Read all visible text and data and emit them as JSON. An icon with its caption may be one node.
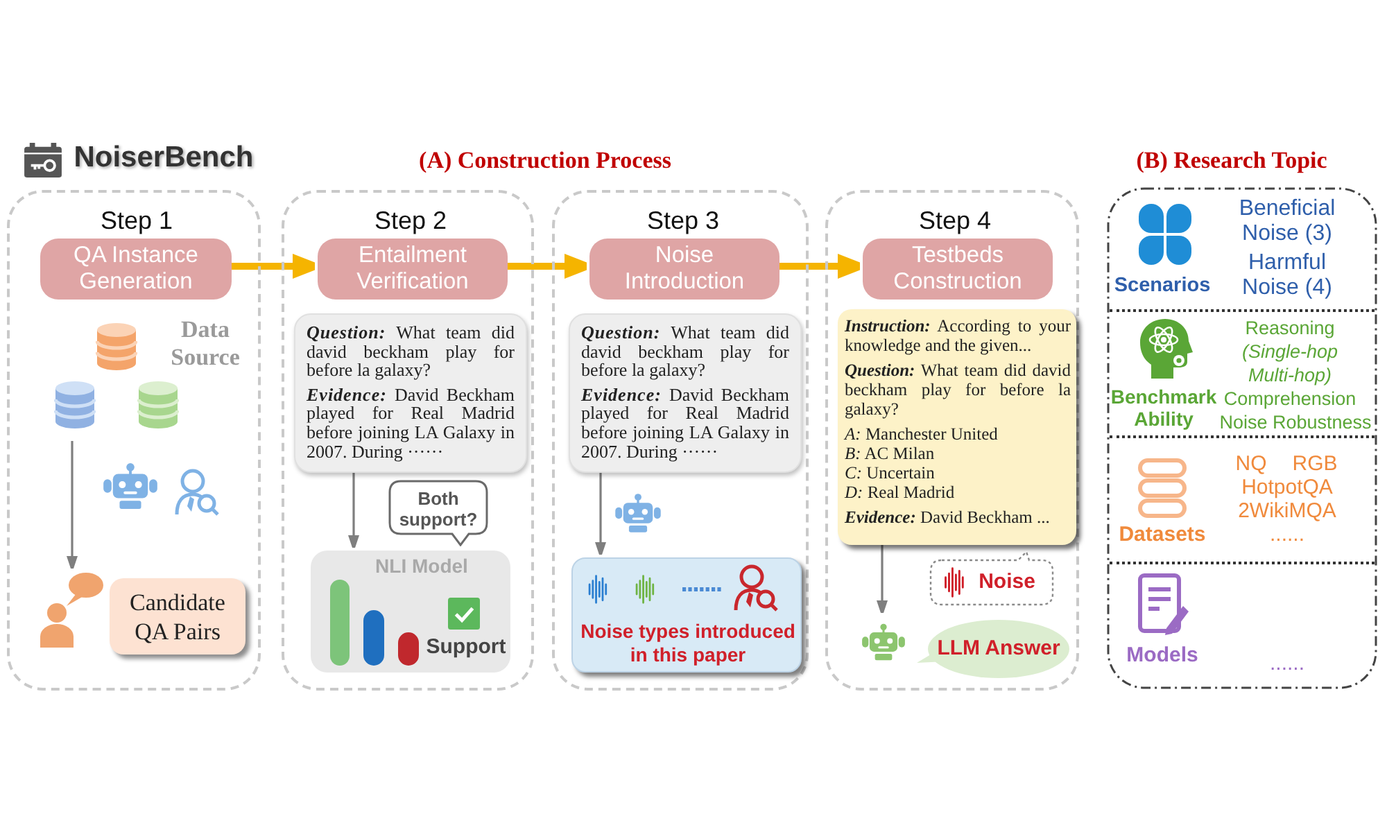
{
  "diagram": {
    "title": "NoiserBench",
    "nodes": [
      {
        "text": [
          "Step 1"
        ]
      },
      {
        "text": [
          "QA Instance Generation"
        ],
        "in": 0
      },
      {
        "text": [
          "Data Source"
        ],
        "in": 0
      },
      {
        "text": [],
        "shape": "person",
        "in": 0
      },
      {
        "text": [
          "Candidate QA Pairs"
        ],
        "in": 0
      },
      {
        "text": [
          "Step 2"
        ]
      },
      {
        "text": [
          "Entailment Verification"
        ],
        "in": 5
      },
      {
        "text": [
          "**Question:** What team did david beckham play for before la galaxy?",
          "**Evidence:** David Beckham played for Real Madrid before joining LA Galaxy in 2007. During ······"
        ],
        "in": 5
      },
      {
        "text": [
          "Both support?"
        ],
        "in": 5
      },
      {
        "text": [
          "NLI Model",
          "Support"
        ],
        "in": 5
      },
      {
        "text": [
          "Step 3"
        ]
      },
      {
        "text": [
          "Noise Introduction"
        ],
        "in": 10
      },
      {
        "text": [
          "**Question:** What team did david beckham play for before la galaxy?",
          "**Evidence:** David Beckham played for Real Madrid before joining LA Galaxy in 2007. During ······"
        ],
        "in": 10
      },
      {
        "text": [
          "Noise types introduced in this paper"
        ],
        "in": 10
      },
      {
        "text": [
          "Step 4"
        ]
      },
      {
        "text": [
          "Testbeds Construction"
        ],
        "in": 14
      },
      {
        "text": [
          "**Instruction:** According to your knowledge and the given...",
          "**Question:** What team did david beckham play for before la galaxy?",
          "*A:* Manchester United",
          "*B:* AC Milan",
          "*C:* Uncertain",
          "*D:* Real Madrid",
          "**Evidence:** David Beckham ..."
        ],
        "in": 14
      },
      {
        "text": [
          "Noise"
        ],
        "in": 14
      },
      {
        "text": [],
        "shape": "robot",
        "in": 14
      },
      {
        "text": [
          "LLM Answer"
        ],
        "in": 14
      },
      {
        "text": [
          "(B) Research Topic"
        ]
      },
      {
        "text": [
          "Scenarios",
          "Beneficial Noise (3)",
          "Harmful Noise (4)"
        ],
        "in": 20
      },
      {
        "text": [
          "Benchmark Ability",
          "Reasoning",
          "(Single-hop Multi-hop)",
          "Comprehension",
          "Noise Robustness"
        ],
        "in": 20
      },
      {
        "text": [
          "Datasets",
          "NQ",
          "RGB",
          "HotpotQA",
          "2WikiMQA",
          "......"
        ],
        "in": 20
      },
      {
        "text": [
          "Models",
          "......"
        ],
        "in": 20
      }
    ],
    "edges": [
      {
        "from": 1,
        "to": 6,
        "arrow": "to",
        "style": "thick",
        "color": "#f5b400"
      },
      {
        "from": 6,
        "to": 11,
        "arrow": "to",
        "style": "thick",
        "color": "#f5b400"
      },
      {
        "from": 11,
        "to": 15,
        "arrow": "to",
        "style": "thick",
        "color": "#f5b400"
      },
      {
        "from": 2,
        "to": 3,
        "arrow": "to"
      },
      {
        "from": 7,
        "to": 9,
        "arrow": "to"
      },
      {
        "from": 12,
        "to": 13,
        "arrow": "to"
      },
      {
        "from": 16,
        "to": 18,
        "arrow": "to"
      }
    ],
    "labels": [
      "(A) Construction Process"
    ]
  }
}
